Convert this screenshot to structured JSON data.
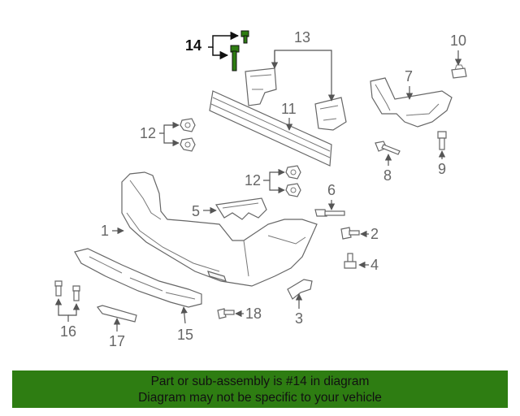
{
  "callouts": {
    "c1": "1",
    "c2": "2",
    "c3": "3",
    "c4": "4",
    "c5": "5",
    "c6": "6",
    "c7": "7",
    "c8": "8",
    "c9": "9",
    "c10": "10",
    "c11": "11",
    "c12a": "12",
    "c12b": "12",
    "c13": "13",
    "c14": "14",
    "c15": "15",
    "c16": "16",
    "c17": "17",
    "c18": "18"
  },
  "highlight": {
    "part_number": "14",
    "color": "#2e7d12"
  },
  "banner": {
    "line1": "Part or sub-assembly is #14 in diagram",
    "line2": "Diagram may not be specific to your vehicle",
    "background": "#2e7d12"
  }
}
